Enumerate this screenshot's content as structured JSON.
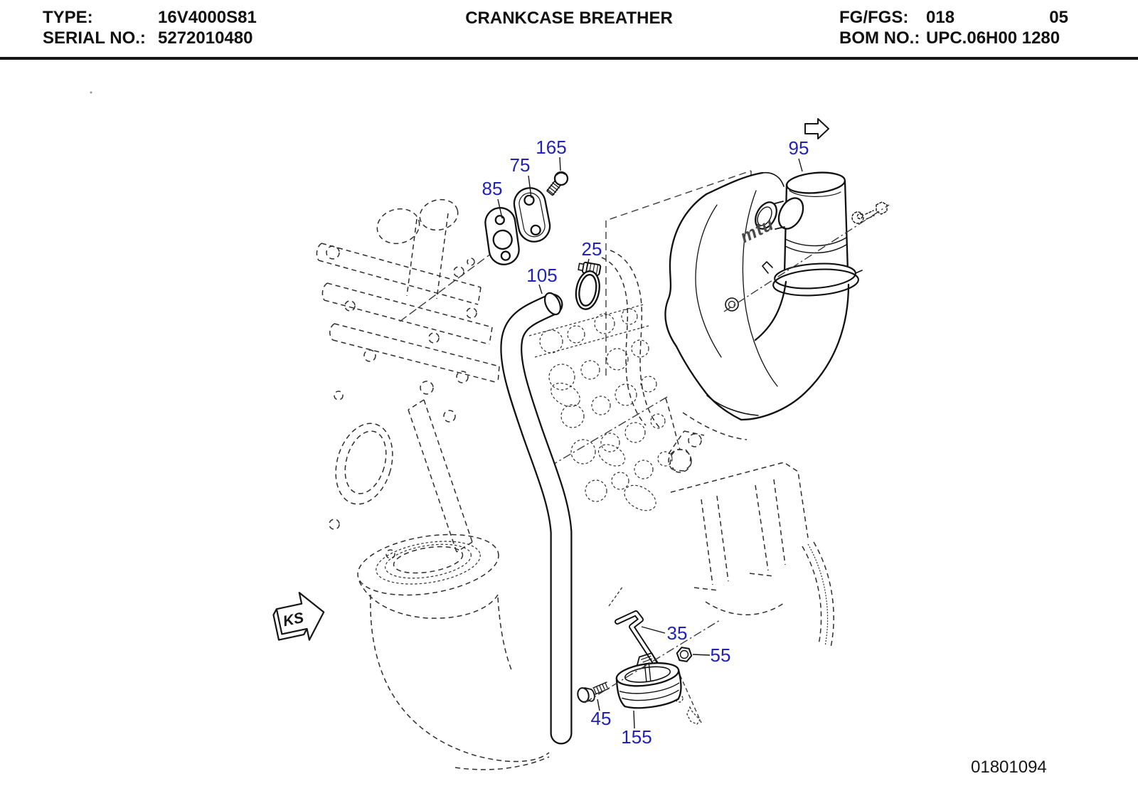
{
  "header": {
    "type_label": "TYPE:",
    "type_value": "16V4000S81",
    "serial_label": "SERIAL NO.:",
    "serial_value": "5272010480",
    "title": "CRANKCASE BREATHER",
    "fg_label": "FG/FGS:",
    "fg_value": "018",
    "fg_page": "05",
    "bom_label": "BOM NO.:",
    "bom_value": "UPC.06H00 1280"
  },
  "diagram": {
    "callout_color": "#2222bb",
    "view_marker": "KS",
    "logo_text": "mtu",
    "callouts": [
      {
        "label": "165"
      },
      {
        "label": "75"
      },
      {
        "label": "85"
      },
      {
        "label": "25"
      },
      {
        "label": "105"
      },
      {
        "label": "95"
      },
      {
        "label": "35"
      },
      {
        "label": "55"
      },
      {
        "label": "45"
      },
      {
        "label": "155"
      }
    ]
  },
  "footer": {
    "drawing_number": "01801094"
  }
}
